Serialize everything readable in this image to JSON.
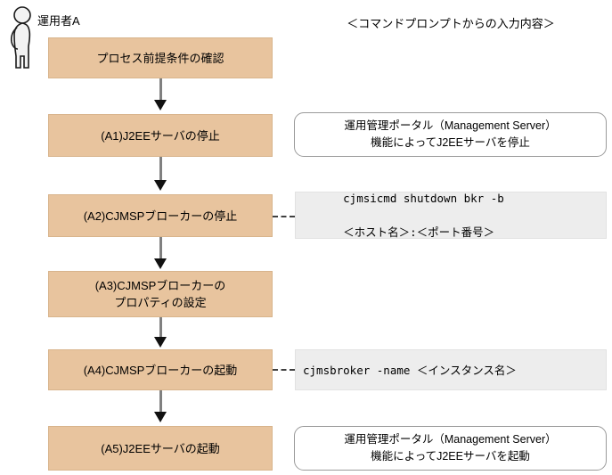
{
  "actor": {
    "label": "運用者A",
    "icon": "person-standing-icon"
  },
  "column_header": {
    "text": "＜コマンドプロンプトからの入力内容＞"
  },
  "colors": {
    "process_fill": "#e8c49e",
    "process_border": "#d8b48c",
    "command_fill": "#ededed",
    "callout_border": "#9a9a9a",
    "arrow": "#808080",
    "arrowhead": "#111111"
  },
  "steps": [
    {
      "id": "step-0",
      "text": "プロセス前提条件の確認",
      "lines": [
        "プロセス前提条件の確認"
      ],
      "annotation": null
    },
    {
      "id": "step-a1",
      "text": "(A1)J2EEサーバの停止",
      "lines": [
        "(A1)J2EEサーバの停止"
      ],
      "annotation": {
        "kind": "callout",
        "lines": [
          "運用管理ポータル（Management Server）",
          "機能によってJ2EEサーバを停止"
        ]
      }
    },
    {
      "id": "step-a2",
      "text": "(A2)CJMSPブローカーの停止",
      "lines": [
        "(A2)CJMSPブローカーの停止"
      ],
      "annotation": {
        "kind": "command",
        "lines": [
          "cjmsicmd shutdown bkr -b",
          "＜ホスト名＞:＜ポート番号＞"
        ]
      }
    },
    {
      "id": "step-a3",
      "text": "(A3)CJMSPブローカーのプロパティの設定",
      "lines": [
        "(A3)CJMSPブローカーの",
        "プロパティの設定"
      ],
      "annotation": null
    },
    {
      "id": "step-a4",
      "text": "(A4)CJMSPブローカーの起動",
      "lines": [
        "(A4)CJMSPブローカーの起動"
      ],
      "annotation": {
        "kind": "command",
        "lines": [
          "cjmsbroker -name ＜インスタンス名＞"
        ]
      }
    },
    {
      "id": "step-a5",
      "text": "(A5)J2EEサーバの起動",
      "lines": [
        "(A5)J2EEサーバの起動"
      ],
      "annotation": {
        "kind": "callout",
        "lines": [
          "運用管理ポータル（Management Server）",
          "機能によってJ2EEサーバを起動"
        ]
      }
    }
  ]
}
